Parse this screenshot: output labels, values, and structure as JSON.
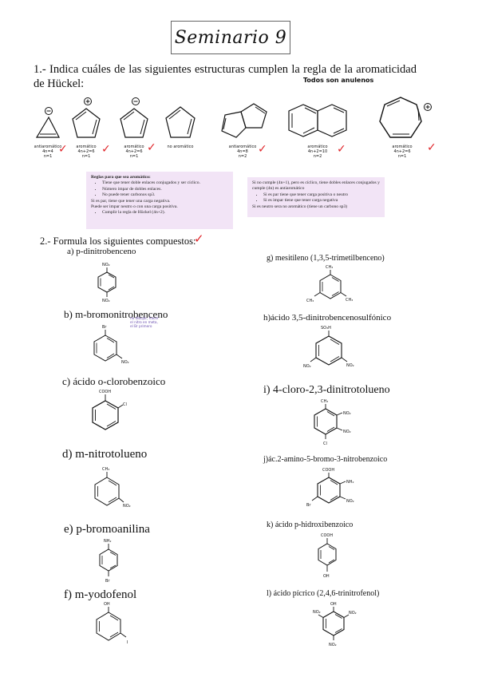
{
  "title": "Seminario 9",
  "q1": {
    "text": "1.- Indica cuáles de las siguientes estructuras cumplen la regla de la aromaticidad de Hückel:",
    "note_all": "Todos son anulenos",
    "structures": [
      {
        "label": "antiaromático",
        "sub1": "4n=4",
        "sub2": "n=1"
      },
      {
        "label": "aromático",
        "sub1": "4n+2=6",
        "sub2": "n=1"
      },
      {
        "label": "aromático",
        "sub1": "4n+2=6",
        "sub2": "n=1"
      },
      {
        "label": "no aromático",
        "sub1": "",
        "sub2": ""
      },
      {
        "label": "antiaromático",
        "sub1": "4n=8",
        "sub2": "n=2"
      },
      {
        "label": "aromático",
        "sub1": "4n+2=10",
        "sub2": "n=2"
      },
      {
        "label": "aromático",
        "sub1": "4n+2=6",
        "sub2": "n=1"
      }
    ],
    "checkmark": "✓"
  },
  "rules_left": {
    "heading": "Reglas para que sea aromático:",
    "bullets": [
      "Tiene que tener doble enlaces conjugados y ser cíclico.",
      "Número impar de dobles enlaces.",
      "No puede tener carbonos sp3."
    ],
    "line1": "Si es par, tiene que tener una carga negativa.",
    "line2": "Puede ser impar neutro o con una carga positiva.",
    "bullet_last": "Cumplir la regla de Hückel (4n+2)."
  },
  "rules_right": {
    "line1": "Si no cumple (4n+1), pero es cíclico, tiene dobles enlaces conjugados y cumple (4n) es antiaromático",
    "bullets": [
      "Si es par tiene que tener carga positiva o neutro",
      "Si es impar tiene que tener carga negativa"
    ],
    "line2": "Si es neutro sera no aromático (tiene un carbono sp3)"
  },
  "q2": {
    "text": "2.- Formula los siguientes compuestos:",
    "checkmark": "✓"
  },
  "compounds": {
    "a": "a) p-dinitrobenceno",
    "b": "b) m-bromonitrobenceno",
    "c": "c) ácido o-clorobenzoico",
    "d": "d) m-nitrotolueno",
    "e": "e) p-bromoanilina",
    "f": "f) m-yodofenol",
    "g": "g) mesitileno (1,3,5-trimetilbenceno)",
    "h": "h)ácido 3,5-dinitrobencenosulfónico",
    "i": "i) 4-cloro-2,3-dinitrotolueno",
    "j": "j)ác.2-amino-5-bromo-3-nitrobenzoico",
    "k": "k) ácido p-hidroxibenzoico",
    "l": "l) ácido pícrico (2,4,6-trinitrofenol)"
  },
  "b_note": "no dibujar, hacer el nitro en meta, el Br primero",
  "substituents": {
    "no2": "NO₂",
    "br": "Br",
    "cooh": "COOH",
    "cl": "Cl",
    "ch3": "CH₃",
    "nh2": "NH₂",
    "oh": "OH",
    "i": "I",
    "so3h": "SO₃H"
  },
  "charges": {
    "minus": "⊖",
    "plus": "⊕"
  }
}
